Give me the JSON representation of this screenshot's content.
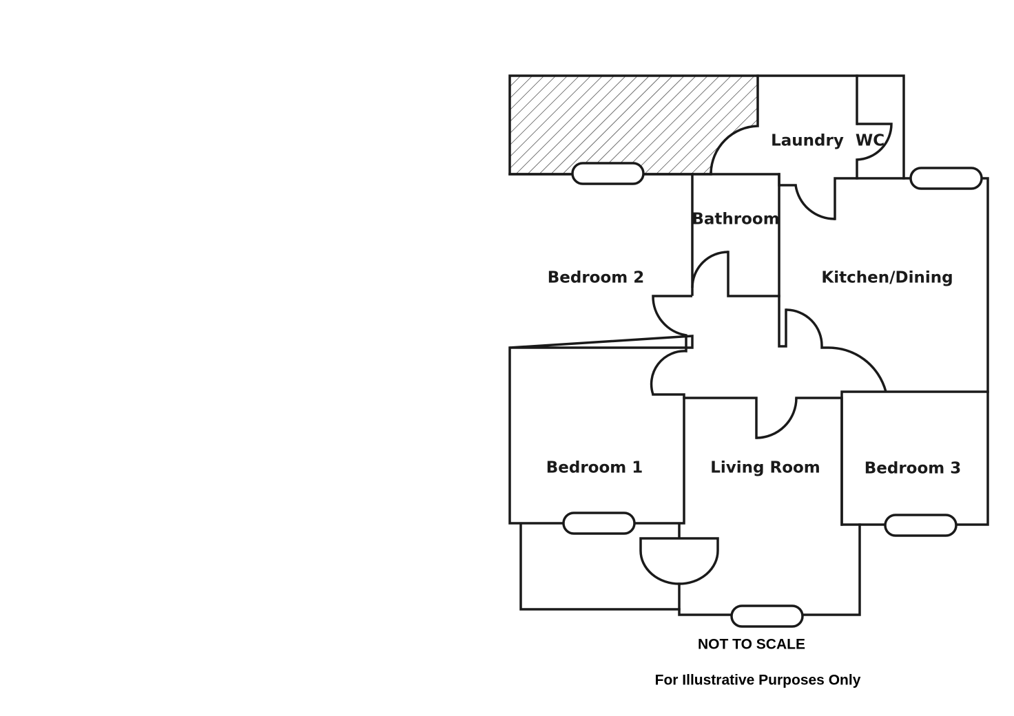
{
  "rooms": {
    "laundry": "Laundry",
    "wc": "WC",
    "bathroom": "Bathroom",
    "bedroom_2": "Bedroom 2",
    "kitchen_dining": "Kitchen/Dining",
    "bedroom_1": "Bedroom 1",
    "living_room": "Living Room",
    "bedroom_3": "Bedroom 3"
  },
  "notes": {
    "scale": "NOT TO SCALE",
    "disclaimer": "For Illustrative Purposes Only"
  },
  "colors": {
    "line": "#1a1a1a",
    "background": "#ffffff"
  }
}
